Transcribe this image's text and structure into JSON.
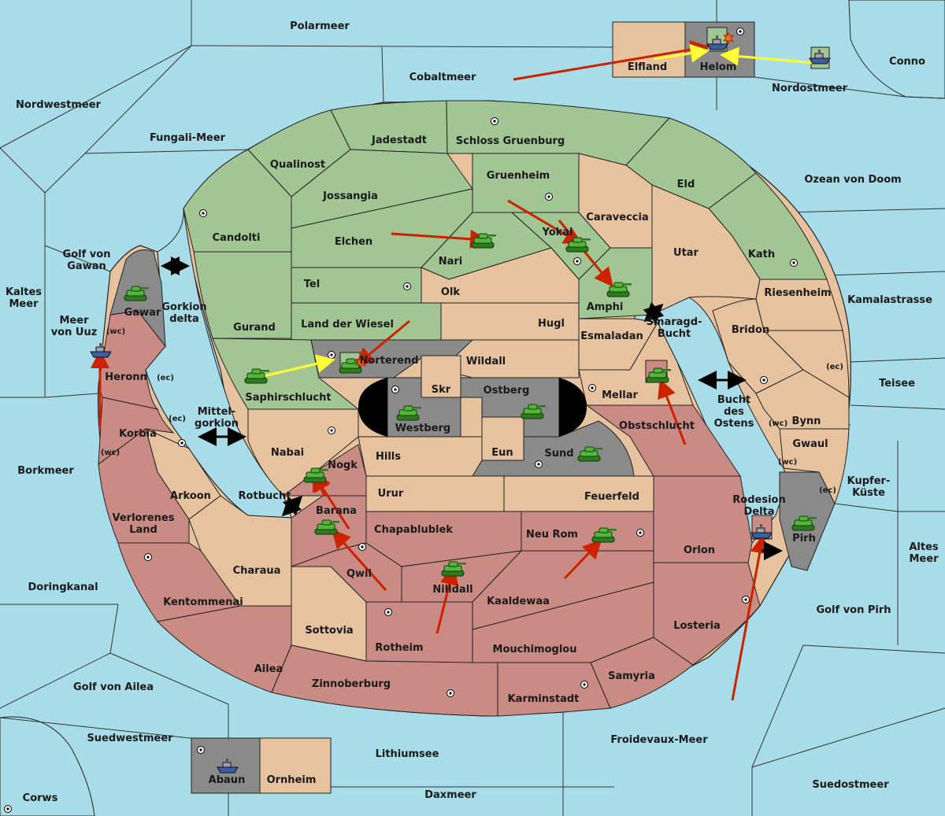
{
  "colors": {
    "sea": "#a8dce8",
    "neutral_land": "#e6c39e",
    "green_power": "#a2c594",
    "red_power": "#c98b83",
    "impassable": "#8a8a8a",
    "void": "#000000",
    "move_order": "#cc2200",
    "support_order": "#ffff33"
  },
  "icons": {
    "army": "tank-icon",
    "fleet": "ship-icon",
    "supply_center": "supply-center-dot",
    "bounce": "explosion-icon"
  },
  "regions": {
    "polarmeer": "Polarmeer",
    "cobaltmeer": "Cobaltmeer",
    "nordwestmeer": "Nordwestmeer",
    "fungali_meer": "Fungali-Meer",
    "nordostmeer": "Nordostmeer",
    "conno": "Conno",
    "elfland": "Elfland",
    "helom": "Helom",
    "jadestadt": "Jadestadt",
    "schloss_gruenburg": "Schloss Gruenburg",
    "qualinost": "Qualinost",
    "jossangia": "Jossangia",
    "gruenheim": "Gruenheim",
    "eld": "Eld",
    "ozean_von_doom": "Ozean von Doom",
    "candolti": "Candolti",
    "elchen": "Elchen",
    "caraveccia": "Caraveccia",
    "yokai": "Yokai",
    "nari": "Nari",
    "utar": "Utar",
    "kath": "Kath",
    "golf_von_gawan": "Golf von\nGawan",
    "tel": "Tel",
    "olk": "Olk",
    "amphi": "Amphi",
    "riesenheim": "Riesenheim",
    "kamalastrasse": "Kamalastrasse",
    "kaltes_meer": "Kaltes\nMeer",
    "gawar": "Gawar",
    "gorkion_delta": "Gorkion\ndelta",
    "gurand": "Gurand",
    "land_der_wiesel": "Land der Wiesel",
    "hugl": "Hugl",
    "smaragd_bucht": "Smaragd-\nBucht",
    "bridon": "Bridon",
    "meer_von_uuz": "Meer\nvon Uuz",
    "esmaladan": "Esmaladan",
    "norterend": "Norterend",
    "wildall": "Wildall",
    "heronn": "Heronn",
    "teisee": "Teisee",
    "skr": "Skr",
    "ostberg": "Ostberg",
    "mellar": "Mellar",
    "saphirschlucht": "Saphirschlucht",
    "bucht_des_ostens": "Bucht\ndes\nOstens",
    "bynn": "Bynn",
    "mittelgorkion": "Mittel-\ngorkion",
    "westberg": "Westberg",
    "obstschlucht": "Obstschlucht",
    "korbia": "Korbia",
    "nabai": "Nabai",
    "hills": "Hills",
    "eun": "Eun",
    "sund": "Sund",
    "gwaul": "Gwaul",
    "nogk": "Nogk",
    "borkmeer": "Borkmeer",
    "kupfer_kueste": "Kupfer-\nKüste",
    "arkoon": "Arkoon",
    "rotbucht": "Rotbucht",
    "urur": "Urur",
    "feuerfeld": "Feuerfeld",
    "rodesion_delta": "Rodesion\nDelta",
    "barana": "Barana",
    "verlorenes_land": "Verlorenes\nLand",
    "chapablublek": "Chapablublek",
    "neu_rom": "Neu Rom",
    "pirh": "Pirh",
    "altes_meer": "Altes\nMeer",
    "orlon": "Orlon",
    "charaua": "Charaua",
    "qwil": "Qwil",
    "nilldall": "Nilldall",
    "doringkanal": "Doringkanal",
    "kaaldewaa": "Kaaldewaa",
    "kentommenai": "Kentommenai",
    "golf_von_pirh": "Golf von Pirh",
    "losteria": "Losteria",
    "sottovia": "Sottovia",
    "rotheim": "Rotheim",
    "mouchimoglou": "Mouchimoglou",
    "ailea": "Ailea",
    "samyria": "Samyria",
    "golf_von_ailea": "Golf von Ailea",
    "zinnoberburg": "Zinnoberburg",
    "karminstadt": "Karminstadt",
    "suedwestmeer": "Suedwestmeer",
    "froidevaux_meer": "Froidevaux-Meer",
    "lithiumsee": "Lithiumsee",
    "abaun": "Abaun",
    "ornheim": "Ornheim",
    "suedostmeer": "Suedostmeer",
    "daxmeer": "Daxmeer",
    "corws": "Corws"
  },
  "coast_tags": {
    "meer_von_uuz_wc": "(wc)",
    "heronn_ec": "(ec)",
    "korbia_ec": "(ec)",
    "korbia_wc": "(wc)",
    "teisee_ec": "(ec)",
    "bynn_wc": "(wc)",
    "gwaul_wc": "(wc)",
    "kupfer_ec": "(ec)"
  }
}
